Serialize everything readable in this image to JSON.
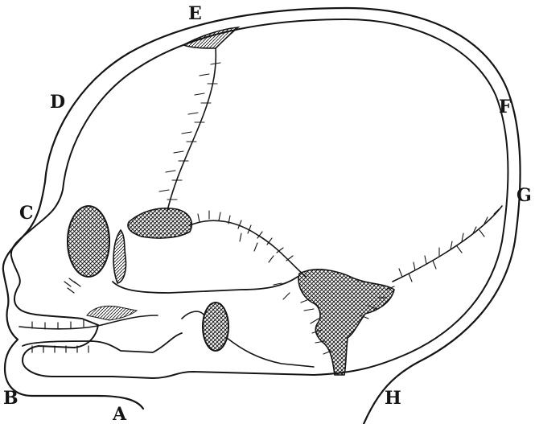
{
  "figure": {
    "labels": {
      "A": "A",
      "B": "B",
      "C": "C",
      "D": "D",
      "E": "E",
      "F": "F",
      "G": "G",
      "H": "H"
    }
  }
}
